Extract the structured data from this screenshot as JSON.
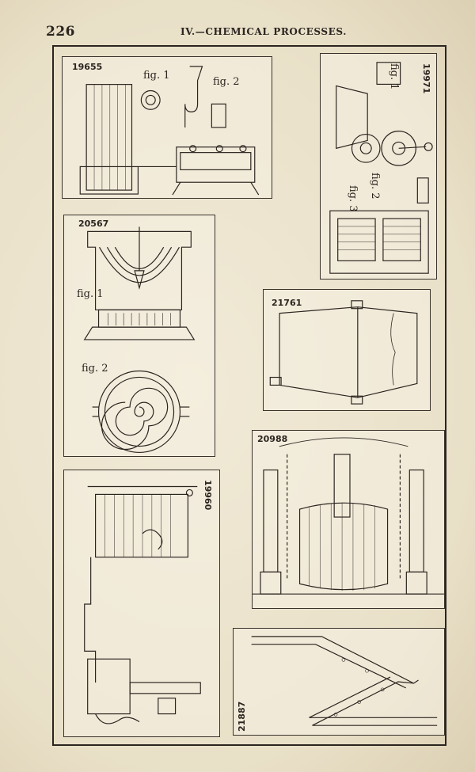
{
  "header": {
    "page_number": "226",
    "running_head": "IV.—CHEMICAL PROCESSES."
  },
  "figures": [
    {
      "number": "19655",
      "labels": [
        "fig. 1",
        "fig. 2"
      ]
    },
    {
      "number": "19971",
      "labels": [
        "fig. 1",
        "fig. 2",
        "fig. 3"
      ]
    },
    {
      "number": "20567",
      "labels": [
        "fig. 1",
        "fig. 2"
      ]
    },
    {
      "number": "21761",
      "labels": []
    },
    {
      "number": "20988",
      "labels": []
    },
    {
      "number": "19960",
      "labels": []
    },
    {
      "number": "21887",
      "labels": []
    }
  ]
}
